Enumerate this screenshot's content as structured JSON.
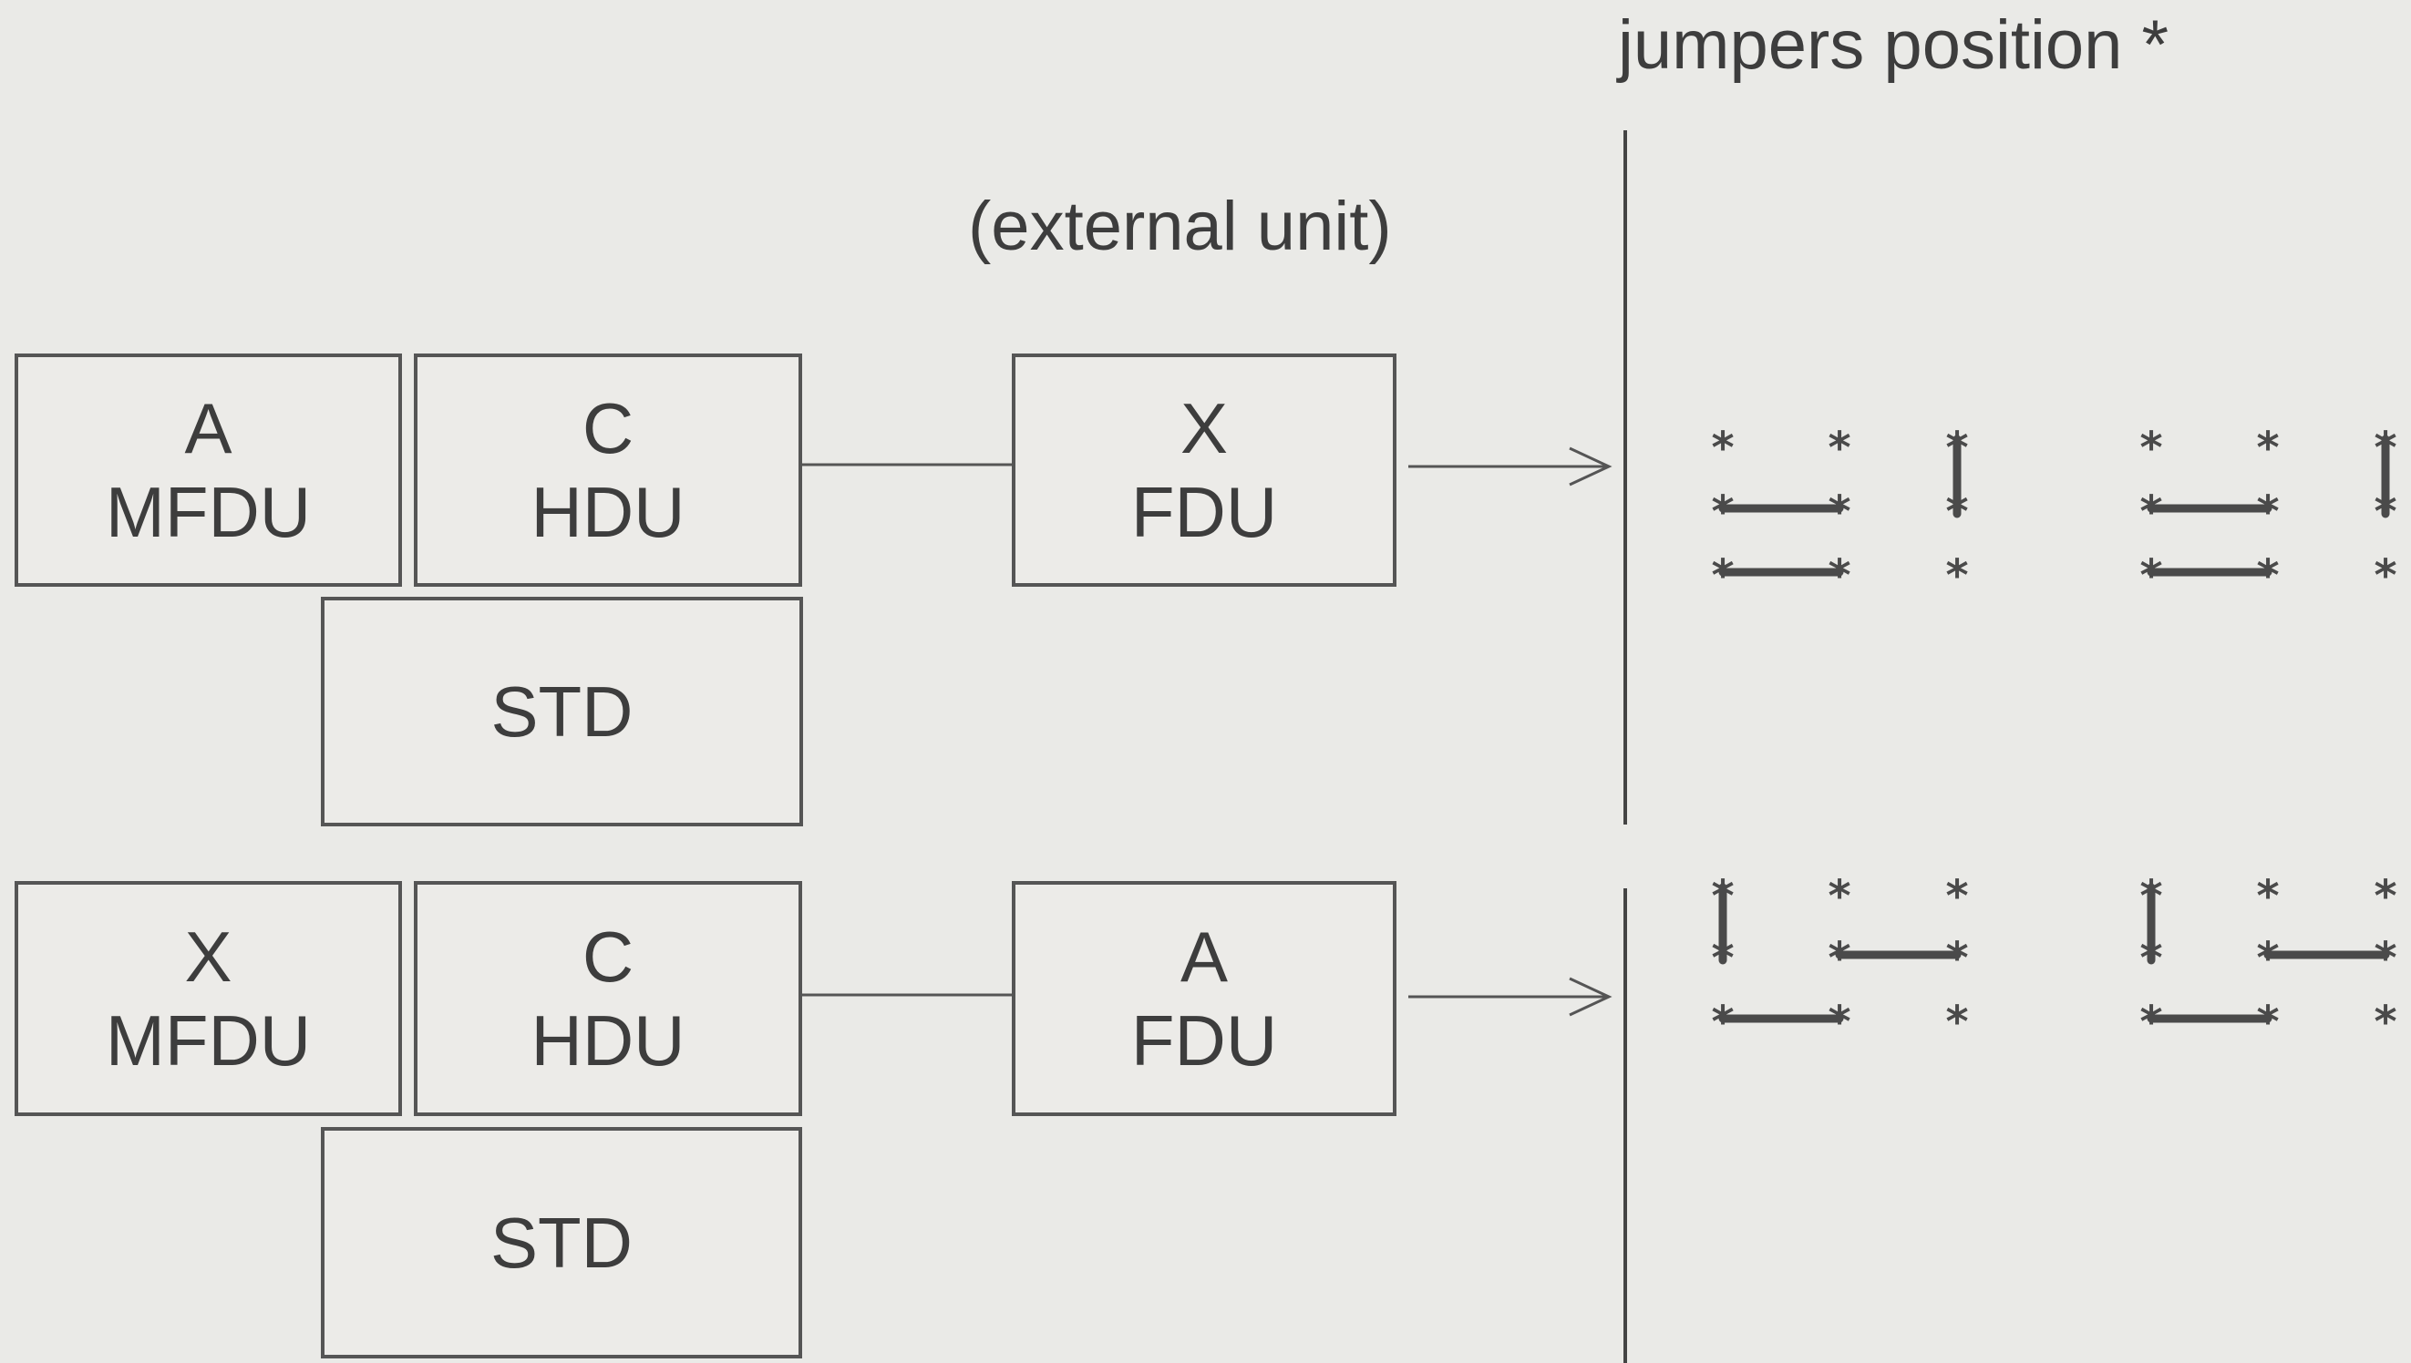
{
  "title": "jumpers position *",
  "external_label": "(external unit)",
  "configurations": [
    {
      "id": "config-1",
      "left_unit": {
        "letter": "A",
        "name": "MFDU"
      },
      "middle_unit": {
        "letter": "C",
        "name": "HDU"
      },
      "std_unit": {
        "name": "STD"
      },
      "external_unit": {
        "letter": "X",
        "name": "FDU"
      }
    },
    {
      "id": "config-2",
      "left_unit": {
        "letter": "X",
        "name": "MFDU"
      },
      "middle_unit": {
        "letter": "C",
        "name": "HDU"
      },
      "std_unit": {
        "name": "STD"
      },
      "external_unit": {
        "letter": "A",
        "name": "FDU"
      }
    }
  ],
  "colors": {
    "line": "#555555",
    "jumper": "#4a4a4a",
    "background": "#eaeae7"
  }
}
